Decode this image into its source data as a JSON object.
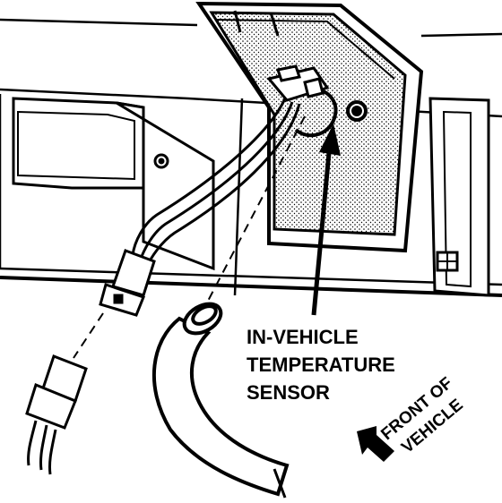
{
  "callout": {
    "line1": "IN-VEHICLE",
    "line2": "TEMPERATURE",
    "line3": "SENSOR"
  },
  "direction": {
    "line1": "FRONT OF",
    "line2": "VEHICLE"
  },
  "colors": {
    "ink": "#000000",
    "paper": "#ffffff",
    "stipple": "#cfcfcf"
  }
}
